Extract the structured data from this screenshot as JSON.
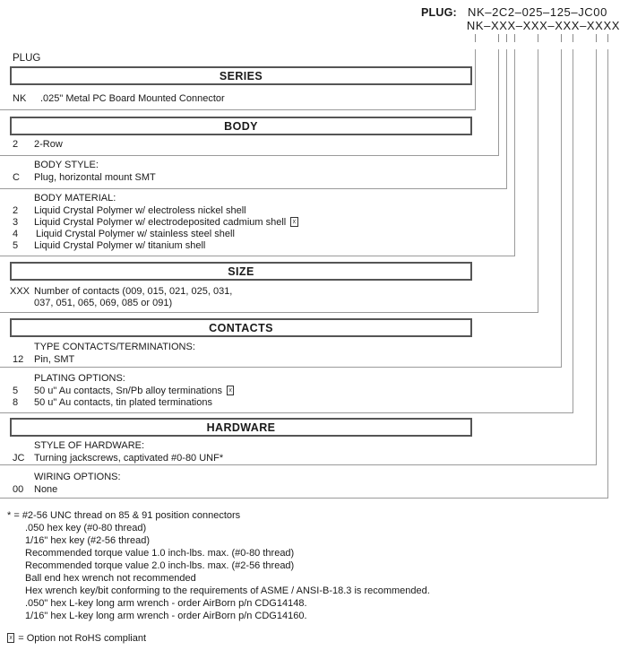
{
  "part_number": {
    "label": "PLUG:",
    "example": "NK–2C2–025–125–JC00",
    "template": "NK–XXX–XXX–XXX–XXXX"
  },
  "plug_label": "PLUG",
  "rohs_symbol": "☒",
  "sections": [
    {
      "header": "SERIES",
      "entries": [
        {
          "code": "NK",
          "text": ".025\" Metal PC Board Mounted Connector",
          "rohs": false
        }
      ]
    },
    {
      "header": "BODY",
      "entries": [
        {
          "code": "2",
          "text": "2-Row",
          "rohs": false
        }
      ]
    },
    {
      "subheader": "BODY STYLE:",
      "entries": [
        {
          "code": "C",
          "text": "Plug, horizontal mount SMT",
          "rohs": false
        }
      ]
    },
    {
      "subheader": "BODY MATERIAL:",
      "entries": [
        {
          "code": "2",
          "text": "Liquid Crystal Polymer w/ electroless nickel shell",
          "rohs": false
        },
        {
          "code": "3",
          "text": "Liquid Crystal Polymer w/ electrodeposited  cadmium shell",
          "rohs": true
        },
        {
          "code": "4",
          "text": "Liquid Crystal Polymer w/ stainless steel shell",
          "rohs": false
        },
        {
          "code": "5",
          "text": "Liquid Crystal Polymer w/ titanium shell",
          "rohs": false
        }
      ]
    },
    {
      "header": "SIZE",
      "entries": [
        {
          "code": "XXX",
          "text": "Number of contacts (009, 015, 021, 025, 031,",
          "rohs": false
        },
        {
          "code": "",
          "text": "037, 051, 065, 069, 085 or 091)",
          "rohs": false
        }
      ]
    },
    {
      "header": "CONTACTS",
      "subheader": "TYPE CONTACTS/TERMINATIONS:",
      "entries": [
        {
          "code": "12",
          "text": "Pin, SMT",
          "rohs": false
        }
      ]
    },
    {
      "subheader": "PLATING OPTIONS:",
      "entries": [
        {
          "code": "5",
          "text": "50 u\" Au contacts, Sn/Pb alloy terminations",
          "rohs": true
        },
        {
          "code": "8",
          "text": "50 u\" Au contacts, tin plated terminations",
          "rohs": false
        }
      ]
    },
    {
      "header": "HARDWARE",
      "subheader": "STYLE OF HARDWARE:",
      "entries": [
        {
          "code": "JC",
          "text": "Turning jackscrews, captivated #0-80 UNF*",
          "rohs": false
        }
      ]
    },
    {
      "subheader": "WIRING OPTIONS:",
      "entries": [
        {
          "code": "00",
          "text": "None",
          "rohs": false
        }
      ]
    }
  ],
  "footnotes": [
    "* = #2-56 UNC thread on 85 & 91 position connectors",
    ".050 hex key (#0-80 thread)",
    "1/16\" hex key (#2-56 thread)",
    "Recommended torque value 1.0 inch-lbs. max. (#0-80 thread)",
    "Recommended torque value 2.0 inch-lbs. max. (#2-56 thread)",
    "Ball end hex wrench not recommended",
    "Hex wrench key/bit conforming to the requirements of ASME / ANSI-B-18.3 is recommended.",
    ".050\" hex L-key long arm wrench - order AirBorn p/n CDG14148.",
    "1/16\" hex L-key long arm wrench - order AirBorn p/n CDG14160."
  ],
  "rohs_note": "= Option not RoHS compliant"
}
